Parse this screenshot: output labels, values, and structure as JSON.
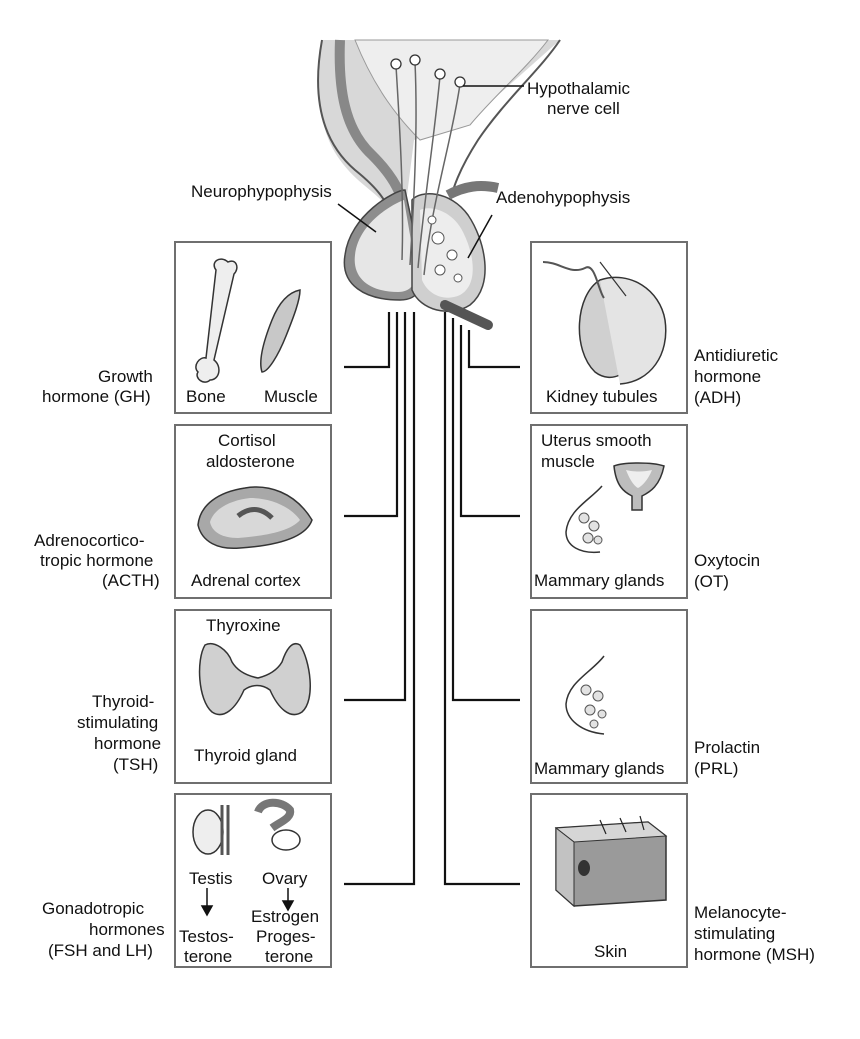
{
  "pituitary": {
    "nerve_cell_label_1": "Hypothalamic",
    "nerve_cell_label_2": "nerve cell",
    "neuro_label": "Neurophypophysis",
    "adeno_label": "Adenohypophysis"
  },
  "left_hormones": {
    "gh_1": "Growth",
    "gh_2": "hormone (GH)",
    "acth_1": "Adrenocortico-",
    "acth_2": "tropic hormone",
    "acth_3": "(ACTH)",
    "tsh_1": "Thyroid-",
    "tsh_2": "stimulating",
    "tsh_3": "hormone",
    "tsh_4": "(TSH)",
    "gon_1": "Gonadotropic",
    "gon_2": "hormones",
    "gon_3": "(FSH and LH)"
  },
  "right_hormones": {
    "adh_1": "Antidiuretic",
    "adh_2": "hormone",
    "adh_3": "(ADH)",
    "ot_1": "Oxytocin",
    "ot_2": "(OT)",
    "prl_1": "Prolactin",
    "prl_2": "(PRL)",
    "msh_1": "Melanocyte-",
    "msh_2": "stimulating",
    "msh_3": "hormone (MSH)"
  },
  "targets": {
    "bone": "Bone",
    "muscle": "Muscle",
    "adrenal_top_1": "Cortisol",
    "adrenal_top_2": "aldosterone",
    "adrenal": "Adrenal cortex",
    "thyroxine": "Thyroxine",
    "thyroid": "Thyroid gland",
    "testis": "Testis",
    "ovary": "Ovary",
    "testo_1": "Testos-",
    "testo_2": "terone",
    "estrogen": "Estrogen",
    "proges_1": "Proges-",
    "proges_2": "terone",
    "kidney": "Kidney tubules",
    "uterus_1": "Uterus smooth",
    "uterus_2": "muscle",
    "mammary_ot": "Mammary glands",
    "mammary_prl": "Mammary glands",
    "skin": "Skin"
  },
  "colors": {
    "box_border": "#6f6f6f",
    "organ_fill": "#d4d4d4",
    "dark_gray": "#8a8a8a"
  }
}
